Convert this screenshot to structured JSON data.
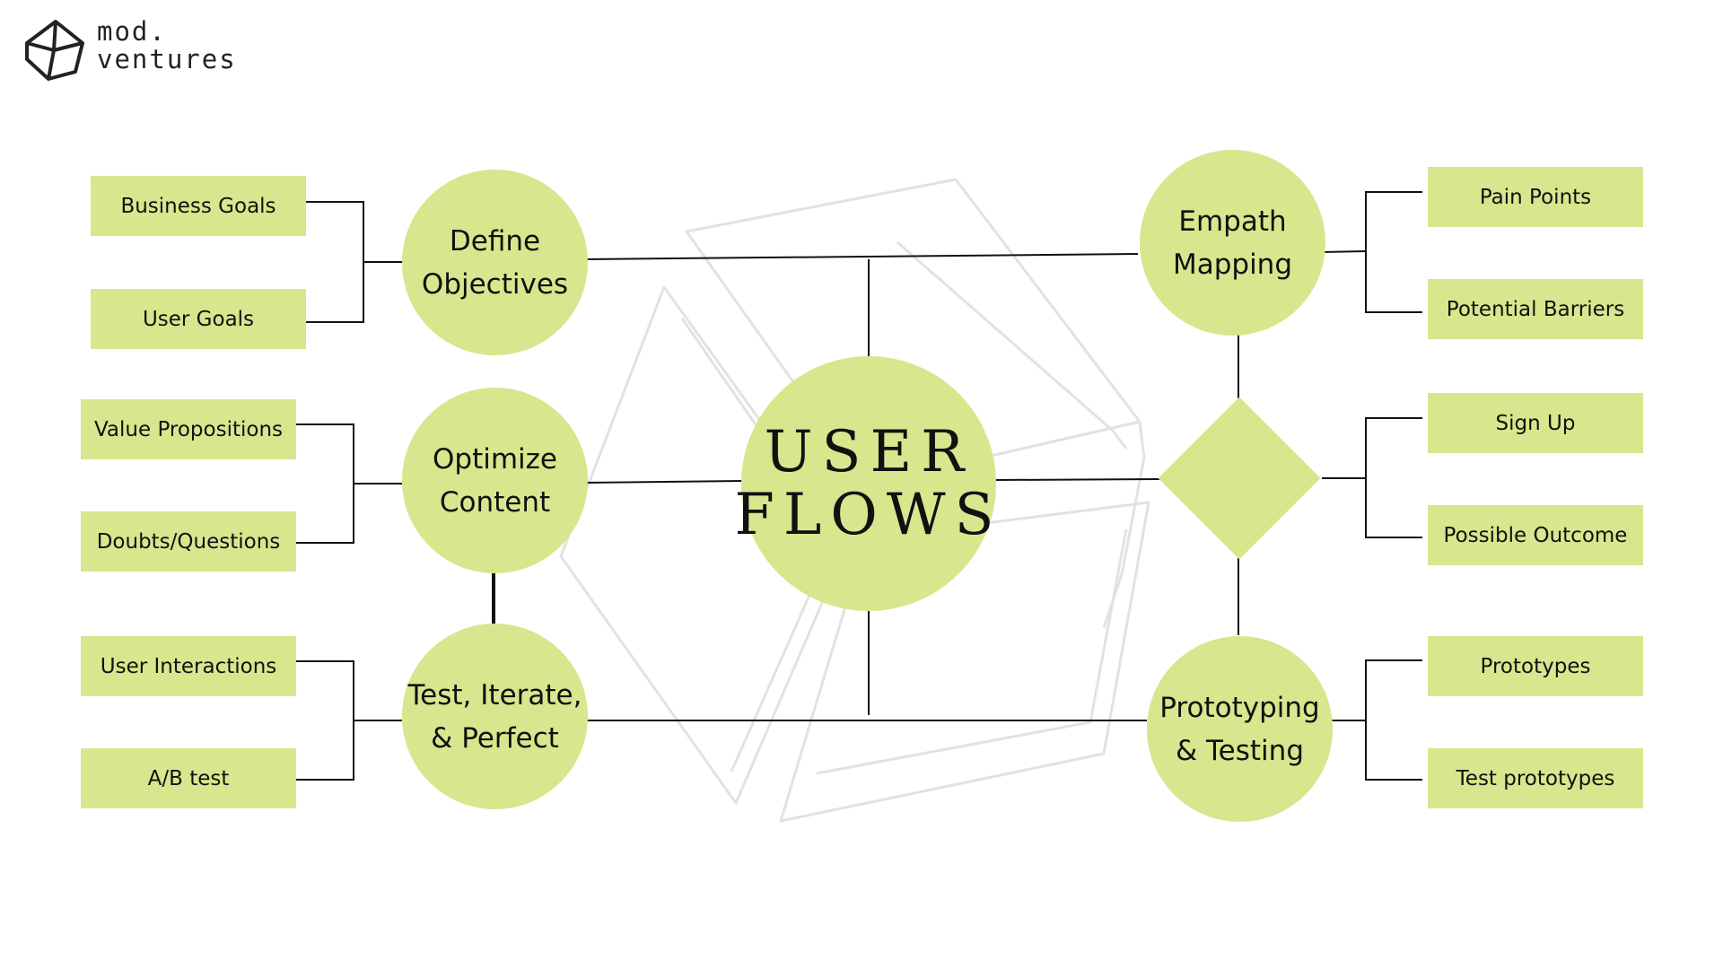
{
  "brand": {
    "line1": "mod.",
    "line2": "ventures",
    "logo_icon": "cube-outline-icon"
  },
  "center": {
    "label": "USER\nFLOWS"
  },
  "nodes": {
    "define_objectives": "Define\nObjectives",
    "optimize_content": "Optimize\nContent",
    "test_iterate": "Test, Iterate,\n& Perfect",
    "empath_mapping": "Empath\nMapping",
    "prototyping_testing": "Prototyping\n& Testing"
  },
  "boxes": {
    "business_goals": "Business Goals",
    "user_goals": "User Goals",
    "value_propositions": "Value Propositions",
    "doubts_questions": "Doubts/Questions",
    "user_interactions": "User Interactions",
    "ab_test": "A/B test",
    "pain_points": "Pain Points",
    "potential_barriers": "Potential Barriers",
    "sign_up": "Sign Up",
    "possible_outcome": "Possible Outcome",
    "prototypes": "Prototypes",
    "test_prototypes": "Test prototypes"
  },
  "colors": {
    "node_fill": "#d8e68d",
    "line": "#111111",
    "watermark": "#e2e2e2"
  }
}
